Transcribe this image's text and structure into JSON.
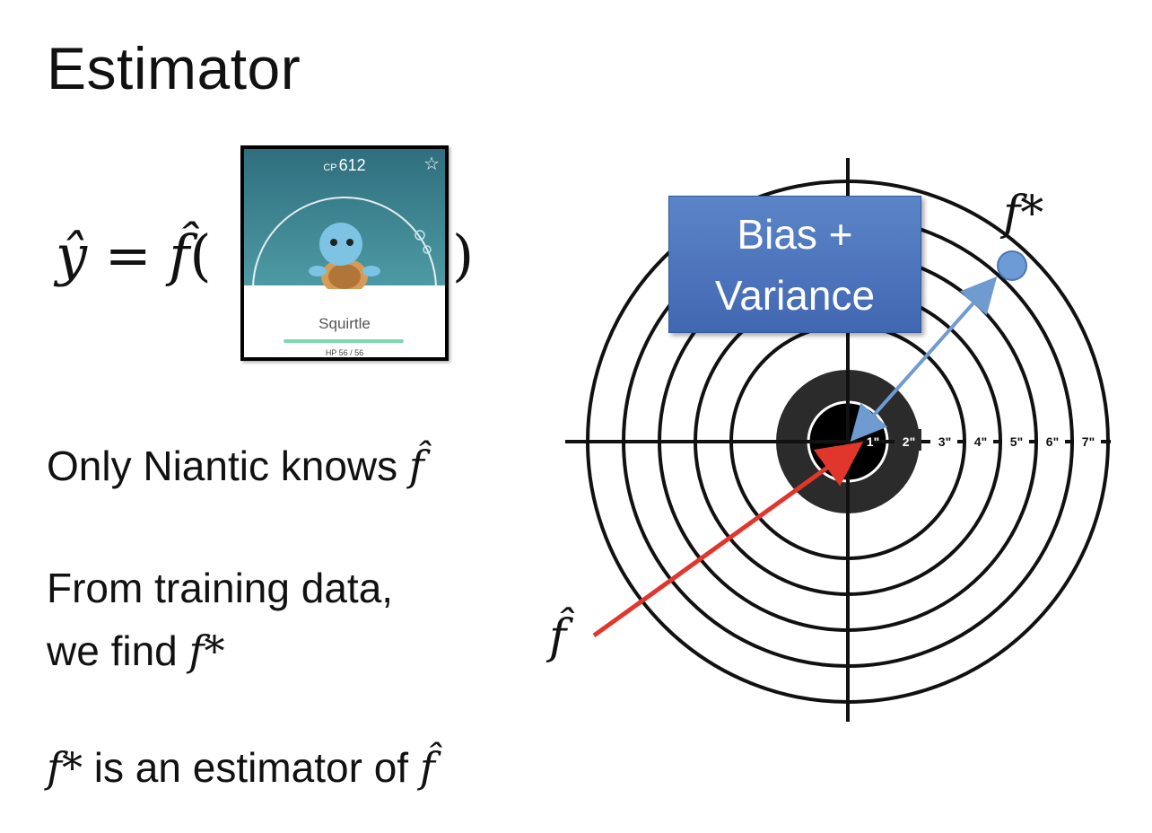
{
  "slide": {
    "title": "Estimator",
    "formula_left": "ŷ = f̂",
    "formula_open": "(",
    "formula_close": ")",
    "line1_text": "Only Niantic knows ",
    "line1_math": "f̂",
    "line2_text": "From training data,",
    "line3_text": "we find ",
    "line3_math": "f*",
    "line4_math": "f*",
    "line4_text": " is an estimator of ",
    "line4_math2": "f̂"
  },
  "card": {
    "cp_prefix": "CP",
    "cp_value": "612",
    "name": "Squirtle",
    "hp": "HP 56 / 56"
  },
  "target": {
    "ring_labels": [
      "1\"",
      "2\"",
      "3\"",
      "4\"",
      "5\"",
      "6\"",
      "7\""
    ],
    "box_line1": "Bias +",
    "box_line2": "Variance",
    "label_fstar": "f*",
    "label_fhat": "f̂"
  },
  "colors": {
    "red_arrow": "#e0362c",
    "blue_arrow": "#6f9bd1",
    "box_fill": "#4f78c2",
    "dot_fill": "#6d9bd6"
  }
}
